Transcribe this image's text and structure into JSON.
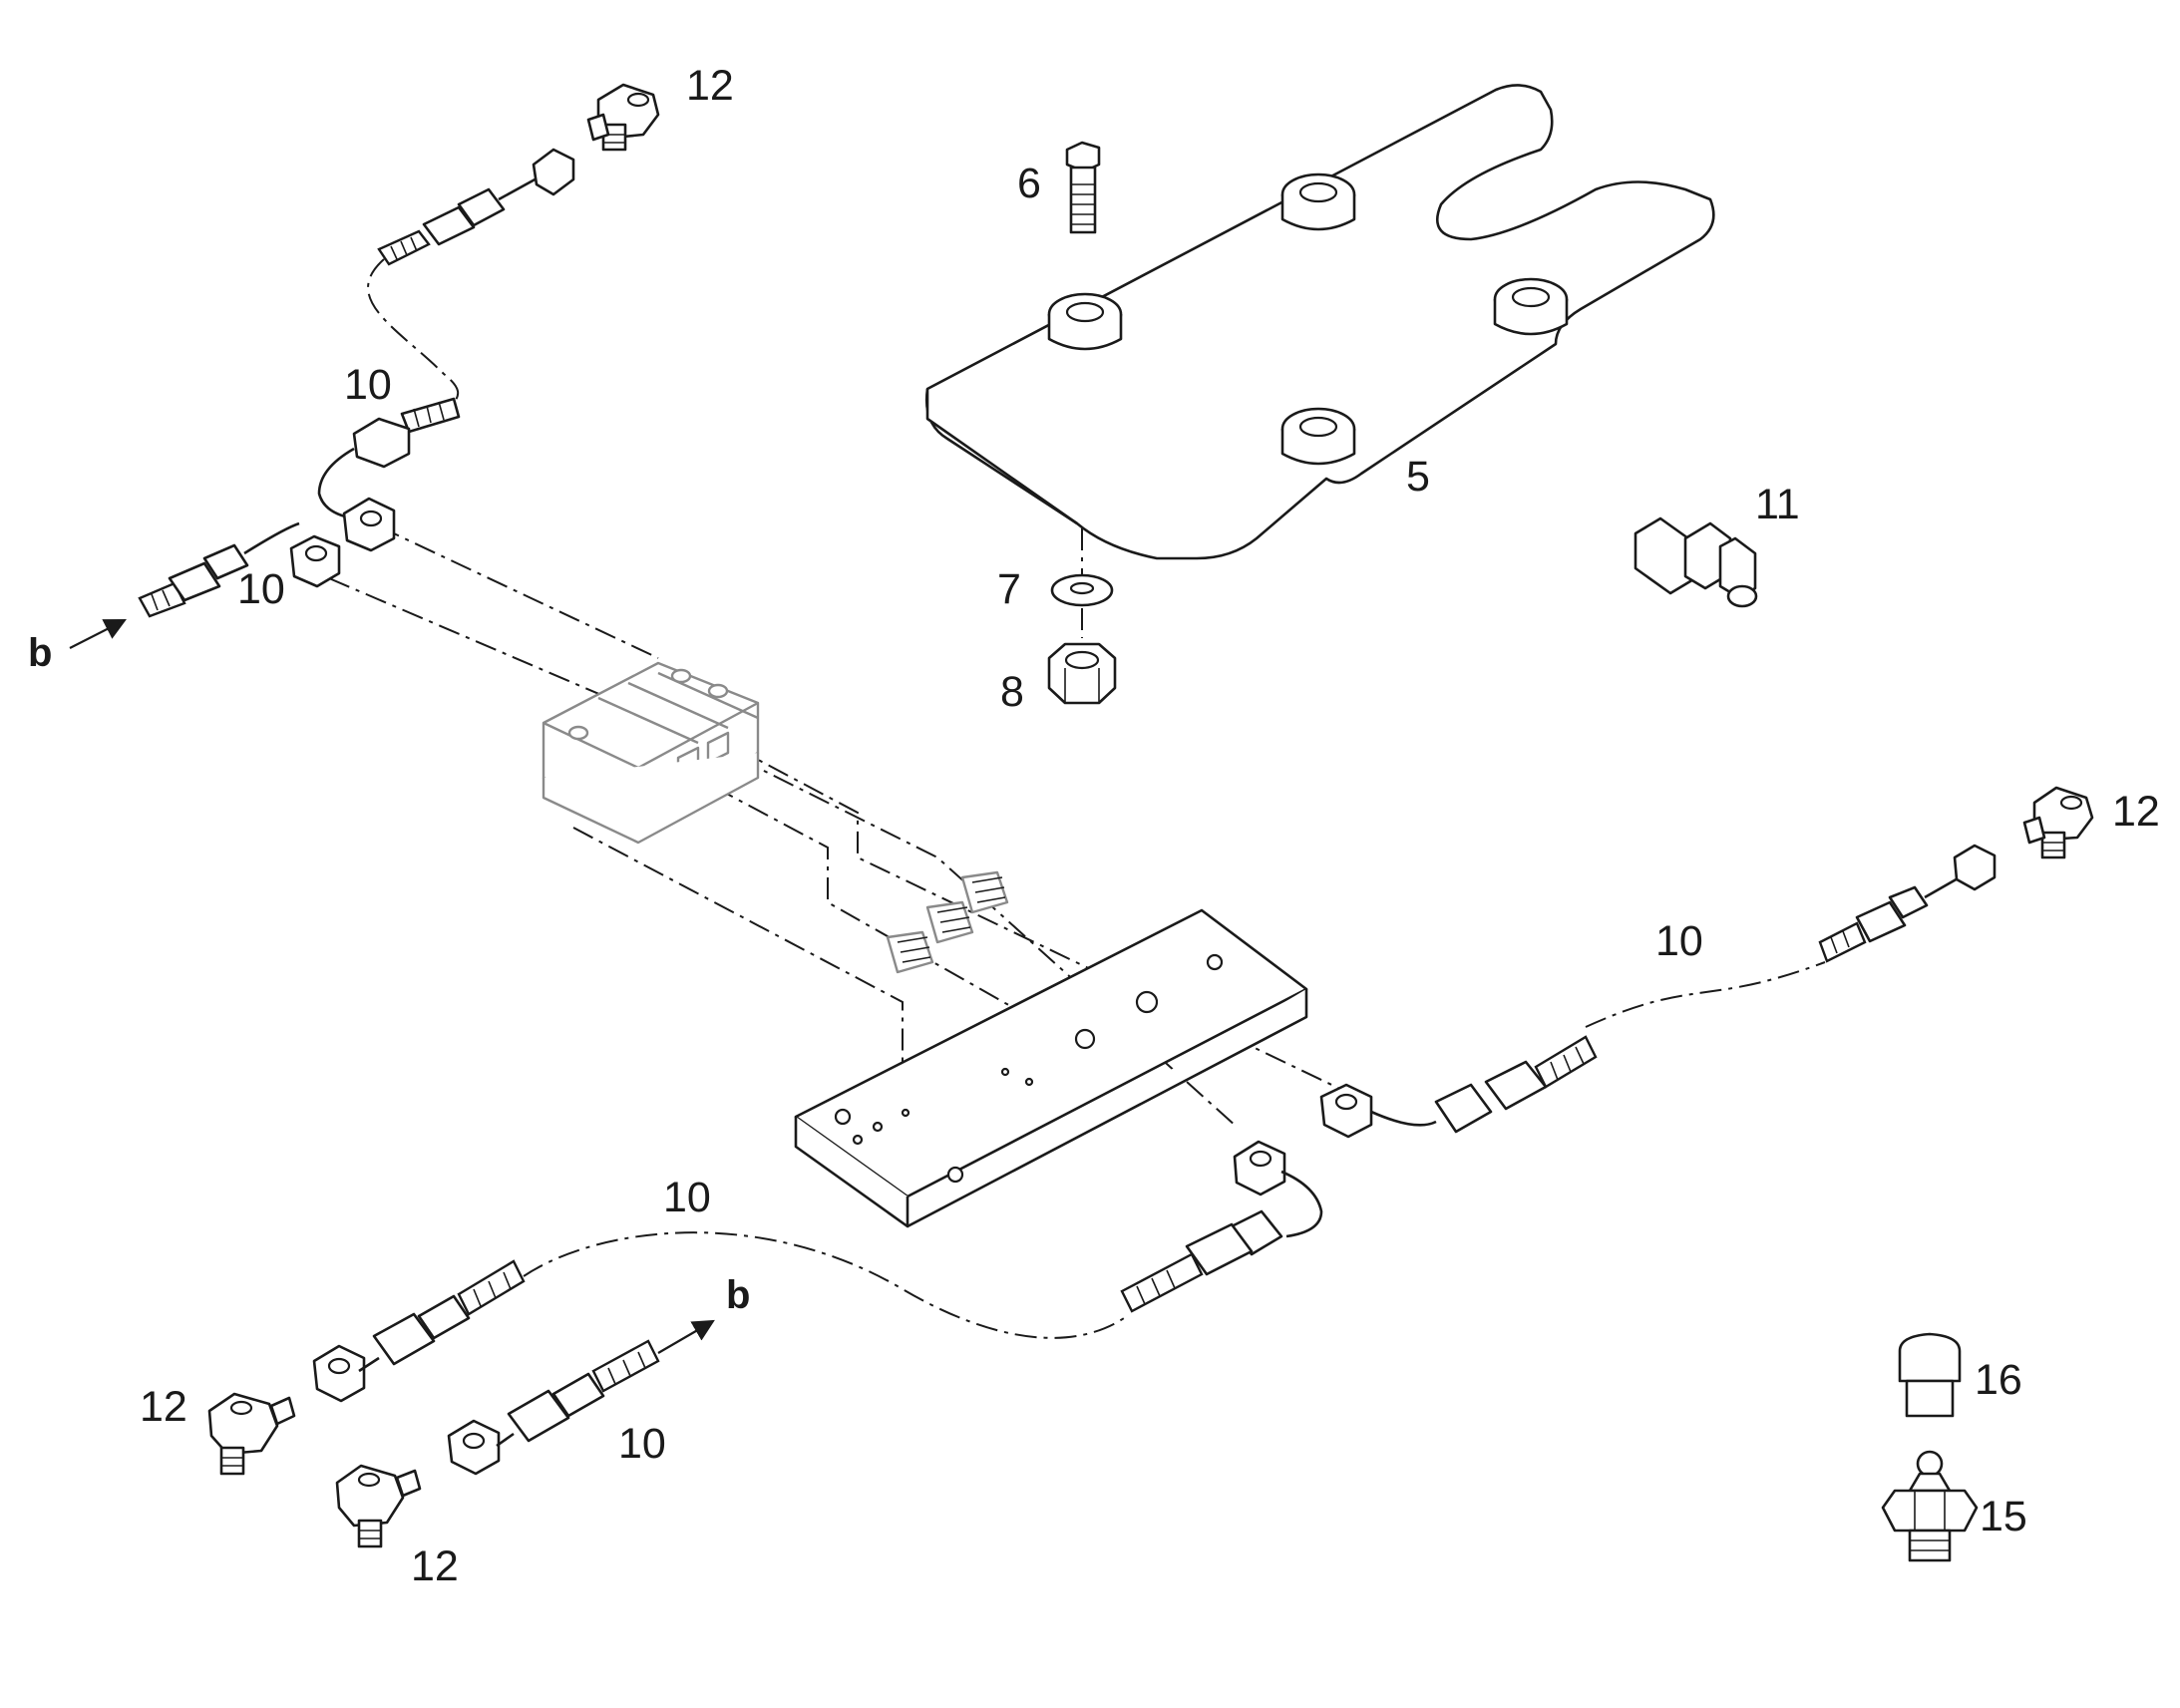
{
  "labels": {
    "l5": "5",
    "l6": "6",
    "l7": "7",
    "l8": "8",
    "l10": "10",
    "l11": "11",
    "l12": "12",
    "l15": "15",
    "l16": "16",
    "lb": "b"
  },
  "callouts": [
    {
      "part": "5",
      "description": "mounting-plate"
    },
    {
      "part": "6",
      "description": "hex-bolt"
    },
    {
      "part": "7",
      "description": "washer"
    },
    {
      "part": "8",
      "description": "hex-nut"
    },
    {
      "part": "10",
      "description": "hose-assembly"
    },
    {
      "part": "11",
      "description": "straight-connector"
    },
    {
      "part": "12",
      "description": "elbow-fitting"
    },
    {
      "part": "15",
      "description": "grease-nipple"
    },
    {
      "part": "16",
      "description": "cap"
    }
  ]
}
